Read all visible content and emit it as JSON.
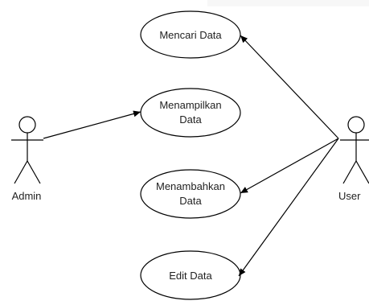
{
  "actors": {
    "admin": {
      "label": "Admin"
    },
    "user": {
      "label": "User"
    }
  },
  "use_cases": {
    "mencari": {
      "line1": "Mencari Data"
    },
    "menampilkan": {
      "line1": "Menampilkan",
      "line2": "Data"
    },
    "menambahkan": {
      "line1": "Menambahkan",
      "line2": "Data"
    },
    "edit": {
      "line1": "Edit Data"
    }
  },
  "colors": {
    "stroke": "#000000",
    "text": "#222222",
    "background": "#ffffff"
  }
}
